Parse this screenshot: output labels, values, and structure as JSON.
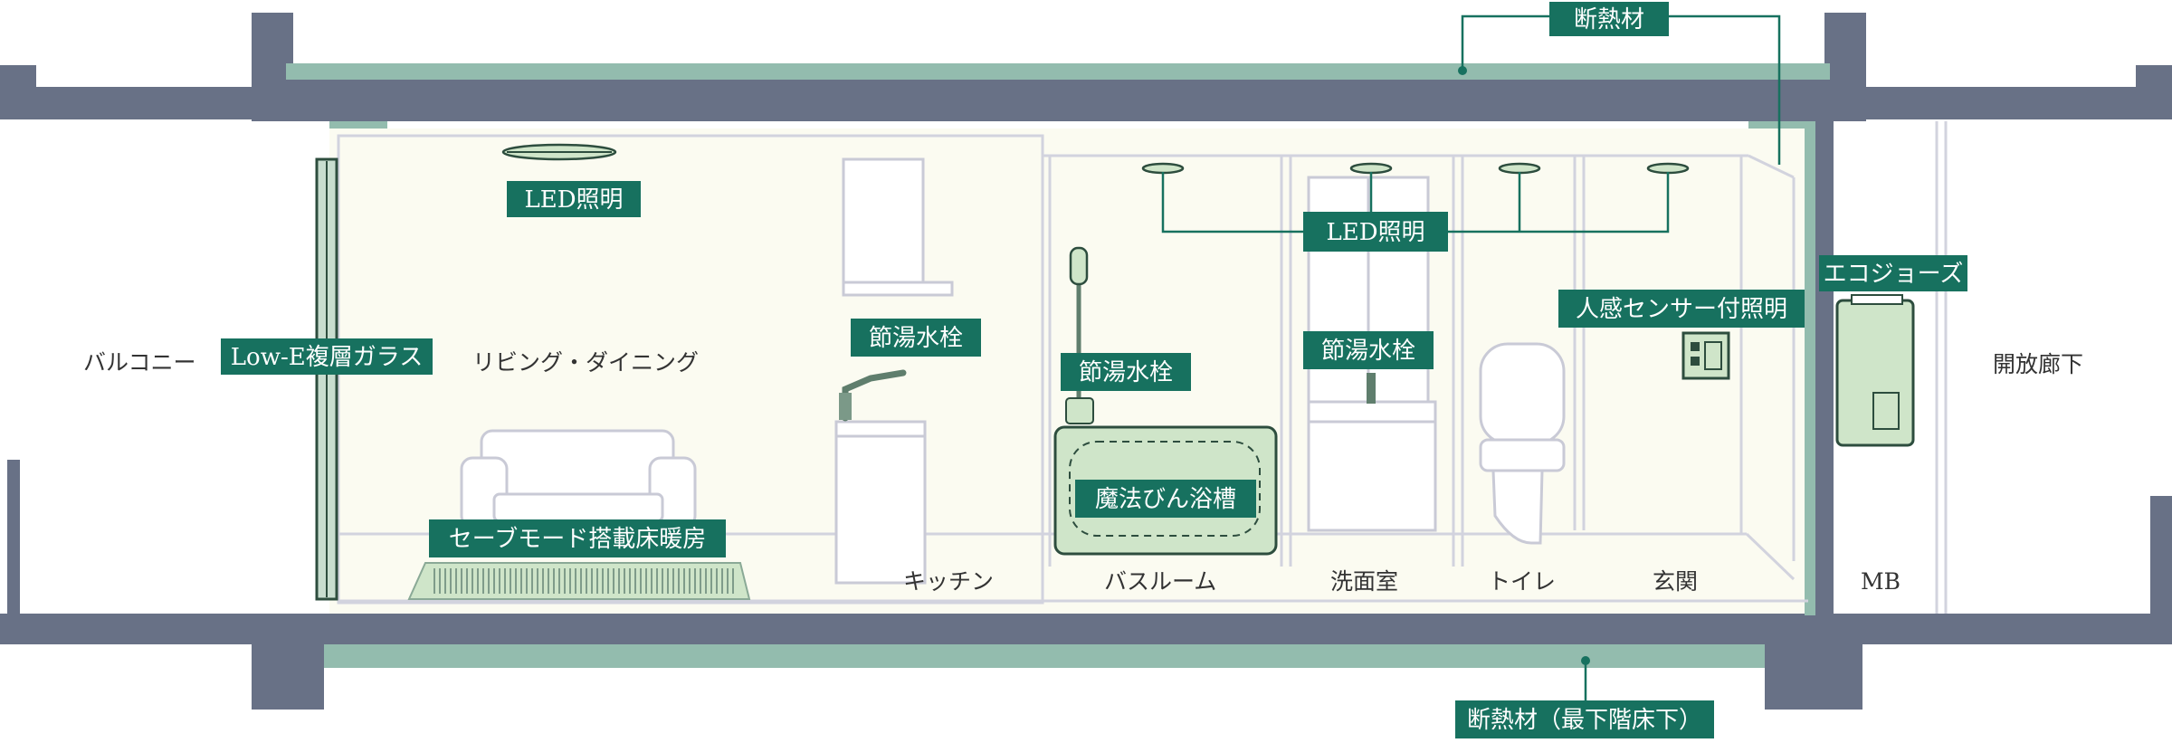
{
  "colors": {
    "wall": "#687186",
    "insulation": "#93bcae",
    "interior": "#fbfbf1",
    "label_bg": "#17715f",
    "label_text": "#ffffff",
    "fixture_highlight": "#cfe5c9",
    "room_text": "#333333"
  },
  "rooms": {
    "balcony": "バルコニー",
    "living": "リビング・ダイニング",
    "kitchen": "キッチン",
    "bathroom": "バスルーム",
    "washroom": "洗面室",
    "toilet": "トイレ",
    "entrance": "玄関",
    "mb": "MB",
    "corridor": "開放廊下"
  },
  "labels": {
    "insulation_top": "断熱材",
    "insulation_bottom": "断熱材（最下階床下）",
    "led_living": "LED照明",
    "led_downlights": "LED照明",
    "low_e_glass": "Low-E複層ガラス",
    "floor_heating": "セーブモード搭載床暖房",
    "faucet_kitchen": "節湯水栓",
    "faucet_bath": "節湯水栓",
    "faucet_washroom": "節湯水栓",
    "thermos_bath": "魔法びん浴槽",
    "sensor_light": "人感センサー付照明",
    "eco_jozu": "エコジョーズ"
  }
}
